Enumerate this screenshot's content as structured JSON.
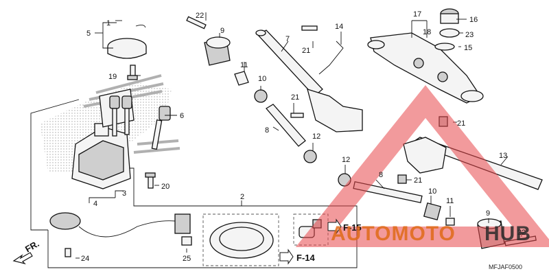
{
  "diagram": {
    "parts": [
      {
        "id": "1",
        "label": "1"
      },
      {
        "id": "2",
        "label": "2"
      },
      {
        "id": "3",
        "label": "3"
      },
      {
        "id": "4",
        "label": "4"
      },
      {
        "id": "5",
        "label": "5"
      },
      {
        "id": "6",
        "label": "6"
      },
      {
        "id": "7",
        "label": "7"
      },
      {
        "id": "8a",
        "label": "8"
      },
      {
        "id": "8b",
        "label": "8"
      },
      {
        "id": "9a",
        "label": "9"
      },
      {
        "id": "9b",
        "label": "9"
      },
      {
        "id": "10a",
        "label": "10"
      },
      {
        "id": "10b",
        "label": "10"
      },
      {
        "id": "11a",
        "label": "11"
      },
      {
        "id": "11b",
        "label": "11"
      },
      {
        "id": "12a",
        "label": "12"
      },
      {
        "id": "12b",
        "label": "12"
      },
      {
        "id": "13",
        "label": "13"
      },
      {
        "id": "14",
        "label": "14"
      },
      {
        "id": "15",
        "label": "15"
      },
      {
        "id": "16",
        "label": "16"
      },
      {
        "id": "17",
        "label": "17"
      },
      {
        "id": "18",
        "label": "18"
      },
      {
        "id": "19",
        "label": "19"
      },
      {
        "id": "20",
        "label": "20"
      },
      {
        "id": "21a",
        "label": "21"
      },
      {
        "id": "21b",
        "label": "21"
      },
      {
        "id": "21c",
        "label": "21"
      },
      {
        "id": "21d",
        "label": "21"
      },
      {
        "id": "22a",
        "label": "22"
      },
      {
        "id": "22b",
        "label": "22"
      },
      {
        "id": "23",
        "label": "23"
      },
      {
        "id": "24",
        "label": "24"
      },
      {
        "id": "25",
        "label": "25"
      }
    ],
    "refs": {
      "f15": "F-15",
      "f14": "F-14"
    },
    "direction": "FR.",
    "code": "MFJAF0500"
  },
  "watermark": {
    "part1": "AUTOMOTO",
    "part2": "HUB",
    "accent": "#e06a18",
    "triangle": "#e8474b"
  }
}
